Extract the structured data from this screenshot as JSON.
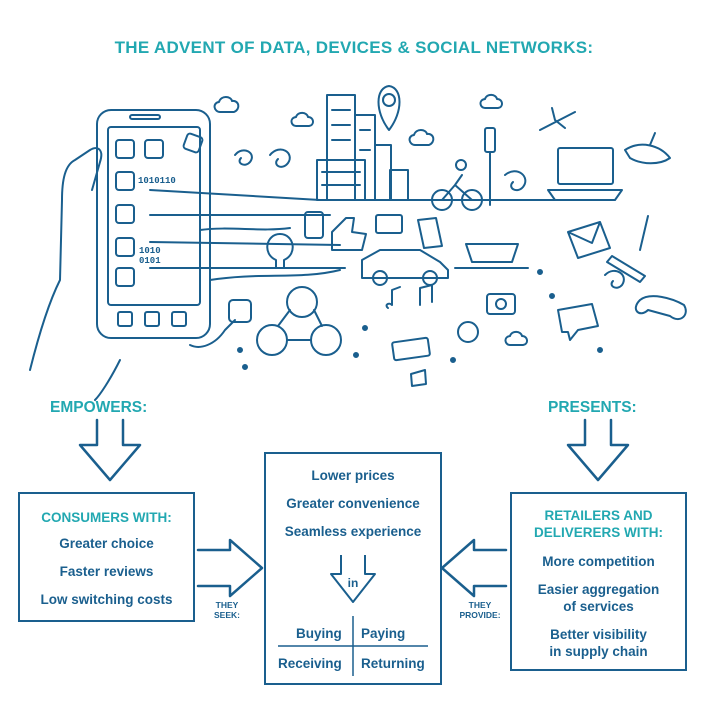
{
  "title": "THE ADVENT OF DATA, DEVICES & SOCIAL NETWORKS:",
  "left_header": "EMPOWERS:",
  "right_header": "PRESENTS:",
  "consumers": {
    "heading": "CONSUMERS WITH:",
    "items": [
      "Greater choice",
      "Faster reviews",
      "Low switching costs"
    ]
  },
  "center": {
    "items": [
      "Lower prices",
      "Greater convenience",
      "Seamless experience"
    ],
    "in_label": "in",
    "grid": [
      "Buying",
      "Paying",
      "Receiving",
      "Returning"
    ]
  },
  "retailers": {
    "heading_line1": "RETAILERS AND",
    "heading_line2": "DELIVERERS WITH:",
    "items": [
      "More competition",
      "Easier aggregation",
      "of services",
      "Better visibility",
      "in supply chain"
    ]
  },
  "they_seek": [
    "THEY",
    "SEEK:"
  ],
  "they_provide": [
    "THEY",
    "PROVIDE:"
  ],
  "phone_text": [
    "1010110",
    "1010",
    "0101"
  ],
  "colors": {
    "teal": "#22a8b1",
    "navy": "#1a5f8e"
  }
}
